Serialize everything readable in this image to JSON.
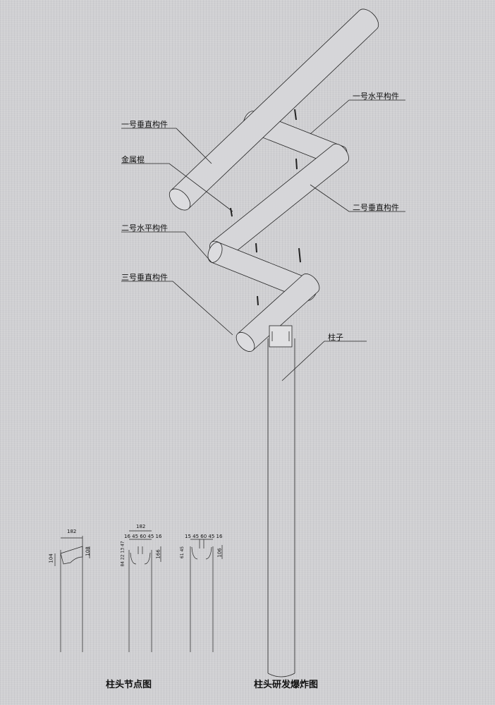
{
  "labels": {
    "vertical_1": "一号垂直构件",
    "metal_rod": "金属棍",
    "horizontal_2": "二号水平构件",
    "vertical_3": "三号垂直构件",
    "horizontal_1": "一号水平构件",
    "vertical_2": "二号垂直构件",
    "column": "柱子"
  },
  "titles": {
    "node_drawing": "柱头节点图",
    "exploded_view": "柱头研发爆炸图"
  },
  "dimensions": {
    "d1": {
      "width": "182",
      "left": "104",
      "right": "108"
    },
    "d2": {
      "width": "182",
      "segments": "16 45 60 45 16",
      "left": "84 22 13 47",
      "right": "166"
    },
    "d3": {
      "segments": "15 45 60 45 16",
      "left": "61 45",
      "right": "106"
    }
  },
  "colors": {
    "line": "#222222",
    "background": "#d0d0d3"
  }
}
